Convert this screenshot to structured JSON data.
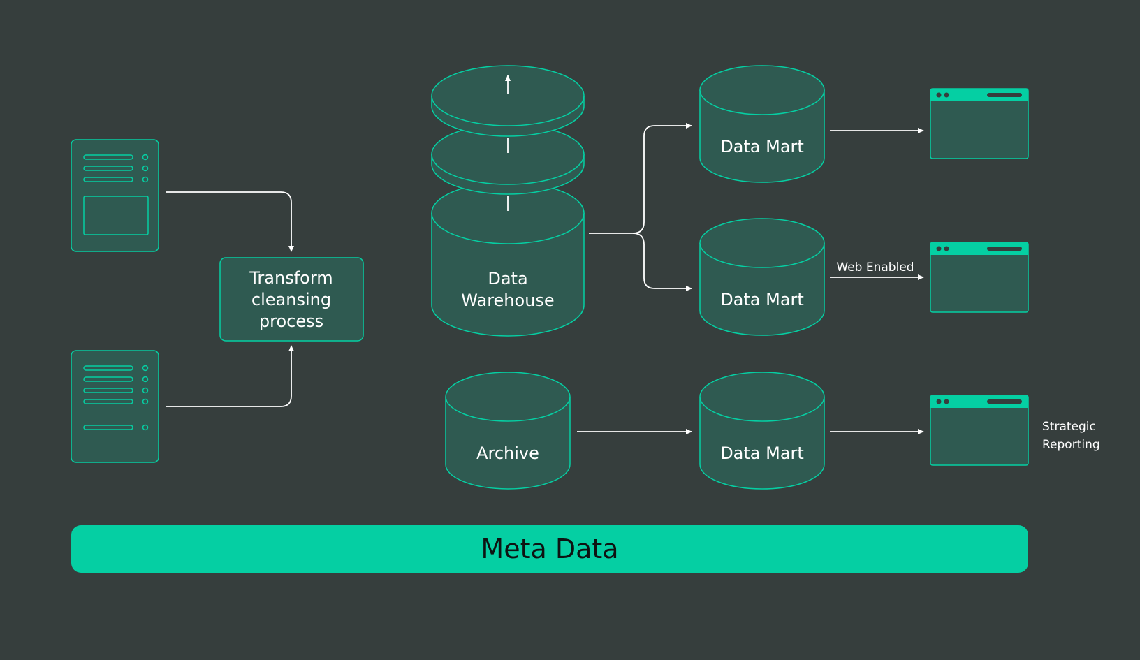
{
  "colors": {
    "background": "#363e3d",
    "accent": "#05cfa3",
    "fill": "#2f5a51",
    "line": "#ffffff"
  },
  "transform": {
    "line1": "Transform",
    "line2": "cleansing",
    "line3": "process"
  },
  "warehouse": {
    "line1": "Data",
    "line2": "Warehouse"
  },
  "archive": {
    "label": "Archive"
  },
  "data_marts": [
    {
      "label": "Data Mart"
    },
    {
      "label": "Data Mart"
    },
    {
      "label": "Data Mart"
    }
  ],
  "edge_labels": {
    "web_enabled": "Web Enabled"
  },
  "reporting": {
    "line1": "Strategic",
    "line2": "Reporting"
  },
  "metadata_bar": {
    "label": "Meta Data"
  },
  "icons": [
    "server-icon",
    "browser-window-icon",
    "database-cylinder-icon",
    "arrow-icon"
  ]
}
